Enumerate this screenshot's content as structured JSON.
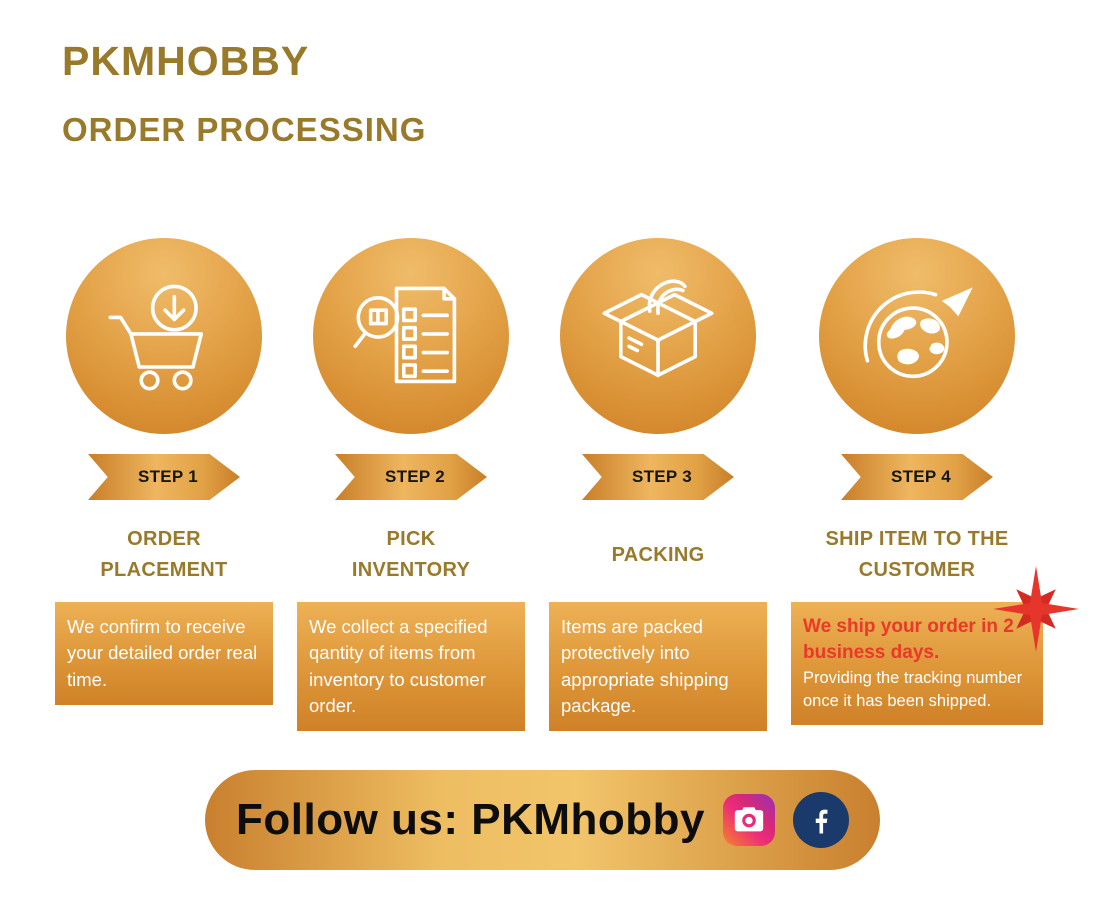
{
  "header": {
    "brand": "PKMHOBBY",
    "subtitle": "ORDER PROCESSING"
  },
  "steps": [
    {
      "step_label": "STEP 1",
      "title": "ORDER PLACEMENT",
      "description": "We confirm to receive your detailed order real time.",
      "icon": "cart-download-icon"
    },
    {
      "step_label": "STEP 2",
      "title": "PICK INVENTORY",
      "description": "We collect a specified qantity of items from inventory to customer order.",
      "icon": "inventory-checklist-icon"
    },
    {
      "step_label": "STEP 3",
      "title": "PACKING",
      "description": "Items are packed protectively into appropriate shipping package.",
      "icon": "packing-box-icon"
    },
    {
      "step_label": "STEP 4",
      "title": "SHIP ITEM TO THE CUSTOMER",
      "description_highlight": "We ship your order in 2 business days.",
      "description": "Providing the tracking number once it has been shipped.",
      "icon": "globe-airplane-icon"
    }
  ],
  "footer": {
    "label": "Follow us: PKMhobby",
    "social": [
      "instagram-icon",
      "facebook-icon"
    ]
  },
  "colors": {
    "brand_text": "#997a2b",
    "gold_light": "#f0bc6a",
    "gold_dark": "#cf7f23",
    "highlight_red": "#e8392a",
    "facebook_navy": "#1a3a6b",
    "text_on_gold": "#ffffff"
  }
}
